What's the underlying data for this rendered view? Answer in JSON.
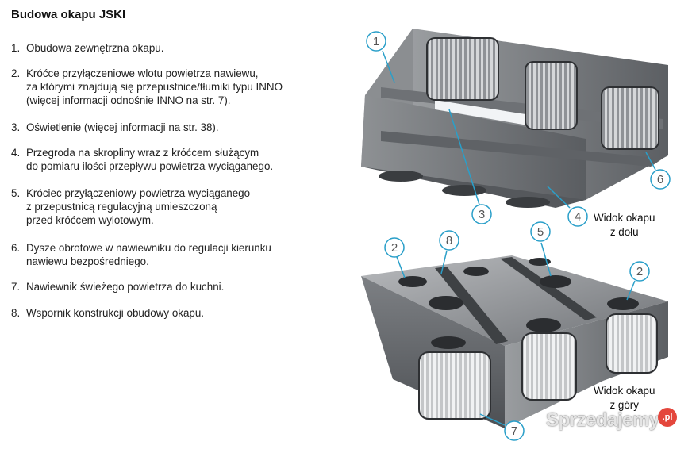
{
  "title": "Budowa okapu JSKI",
  "items": [
    {
      "num": "1.",
      "text": "Obudowa zewnętrzna okapu."
    },
    {
      "num": "2.",
      "text": "Króćce przyłączeniowe wlotu powietrza nawiewu,\nza którymi znajdują się przepustnice/tłumiki typu INNO\n(więcej informacji odnośnie INNO na str. 7)."
    },
    {
      "num": "3.",
      "text": "Oświetlenie (więcej informacji na str. 38)."
    },
    {
      "num": "4.",
      "text": "Przegroda na skropliny wraz z króćcem służącym\ndo pomiaru ilości przepływu powietrza wyciąganego."
    },
    {
      "num": "5.",
      "text": "Króciec przyłączeniowy powietrza wyciąganego\nz przepustnicą regulacyjną umieszczoną\nprzed króćcem wylotowym."
    },
    {
      "num": "6.",
      "text": "Dysze obrotowe w nawiewniku do regulacji kierunku\nnawiewu bezpośredniego."
    },
    {
      "num": "7.",
      "text": "Nawiewnik świeżego powietrza do kuchni."
    },
    {
      "num": "8.",
      "text": "Wspornik konstrukcji obudowy okapu."
    }
  ],
  "captions": {
    "bottom_view": "Widok okapu\nz dołu",
    "top_view": "Widok okapu\nz góry"
  },
  "callouts": {
    "c1": "1",
    "c2a": "2",
    "c2b": "2",
    "c3": "3",
    "c4": "4",
    "c5": "5",
    "c6": "6",
    "c7": "7",
    "c8": "8"
  },
  "watermark": {
    "text": "Sprzedajemy",
    "badge": ".pl"
  },
  "colors": {
    "callout": "#2a9fc9",
    "metal": "#8a8c8f"
  }
}
